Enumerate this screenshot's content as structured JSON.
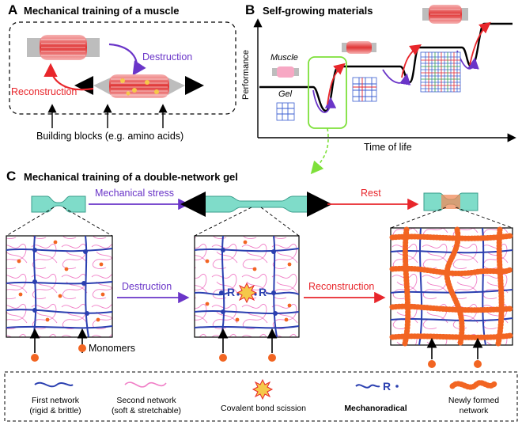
{
  "panelA": {
    "letter": "A",
    "title": "Mechanical training of a muscle",
    "destruction": "Destruction",
    "reconstruction": "Reconstruction",
    "building_blocks": "Building blocks (e.g. amino acids)"
  },
  "panelB": {
    "letter": "B",
    "title": "Self-growing materials",
    "y_axis": "Performance",
    "x_axis": "Time of life",
    "muscle": "Muscle",
    "gel": "Gel"
  },
  "panelC": {
    "letter": "C",
    "title": "Mechanical training of a double-network gel",
    "mechanical_stress": "Mechanical stress",
    "rest": "Rest",
    "destruction": "Destruction",
    "reconstruction": "Reconstruction",
    "monomers": "Monomers",
    "radical_label": "R"
  },
  "legend": {
    "first_network": [
      "First network",
      "(rigid & brittle)"
    ],
    "second_network": [
      "Second network",
      "(soft & stretchable)"
    ],
    "scission": "Covalent bond scission",
    "mechanoradical": "Mechanoradical",
    "new_network": [
      "Newly formed",
      "network"
    ],
    "radical_symbol": "R"
  },
  "colors": {
    "purple": "#6a35c8",
    "red": "#e8262b",
    "blue": "#2a3fb0",
    "pink": "#f07fc7",
    "orange": "#f26522",
    "green": "#7ee03a",
    "teal": "#7fdcc9"
  }
}
